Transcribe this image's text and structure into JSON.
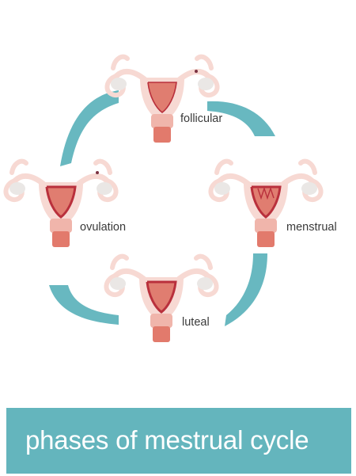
{
  "phases": {
    "follicular": "follicular",
    "ovulation": "ovulation",
    "menstrual": "menstrual",
    "luteal": "luteal"
  },
  "title": "phases of mestrual cycle",
  "colors": {
    "arrow": "#68b8c0",
    "banner": "#64b5bd",
    "uterus_outer": "#f7d9d3",
    "uterus_inner": "#e07d70",
    "lining": "#b9303c",
    "ovary": "#eae7e5"
  }
}
